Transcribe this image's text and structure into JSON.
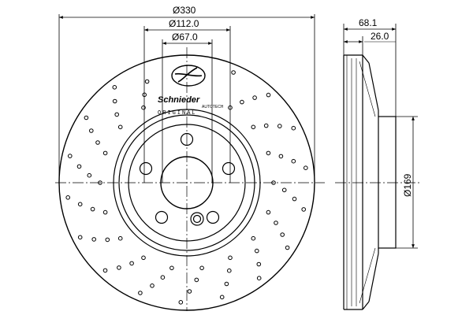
{
  "dimensions": {
    "outer_diameter": "Ø330",
    "bolt_circle": "Ø112.0",
    "center_bore": "Ø67.0",
    "total_height": "68.1",
    "disc_thickness": "26.0",
    "hat_diameter": "Ø169"
  },
  "logo": {
    "brand": "Schnieder",
    "sub": "AUTOTECH",
    "line2": "ORIGINAL"
  },
  "colors": {
    "line": "#000000",
    "background": "#ffffff"
  }
}
